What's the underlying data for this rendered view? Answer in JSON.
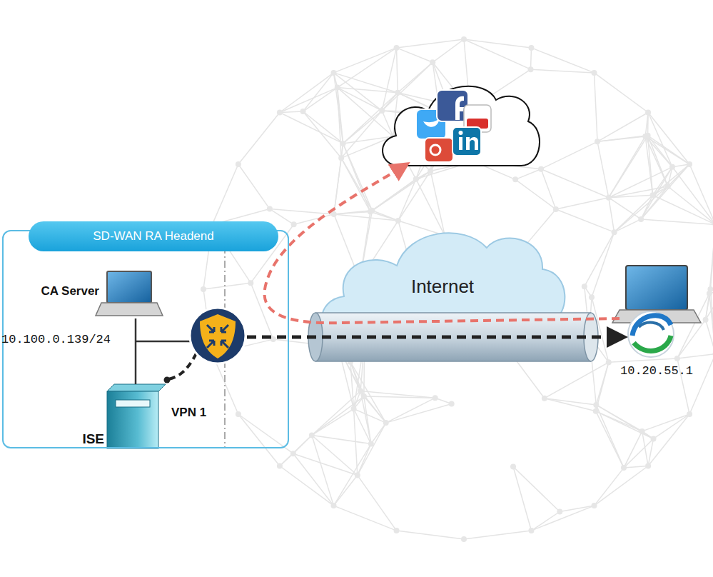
{
  "diagram": {
    "nodes": [
      {
        "text": [
          "SD-WAN RA Headend"
        ]
      },
      {
        "text": [
          "CA Server"
        ],
        "in": 0
      },
      {
        "text": [
          "ISE"
        ],
        "in": 0
      },
      {
        "text": [
          "Internet"
        ]
      },
      {
        "text": [
          "10.20.55.1"
        ]
      }
    ],
    "edges": [
      {
        "from": 1,
        "to": 2,
        "arrow": "none"
      }
    ],
    "labels": [
      "10.100.0.139/24",
      "VPN 1"
    ]
  }
}
